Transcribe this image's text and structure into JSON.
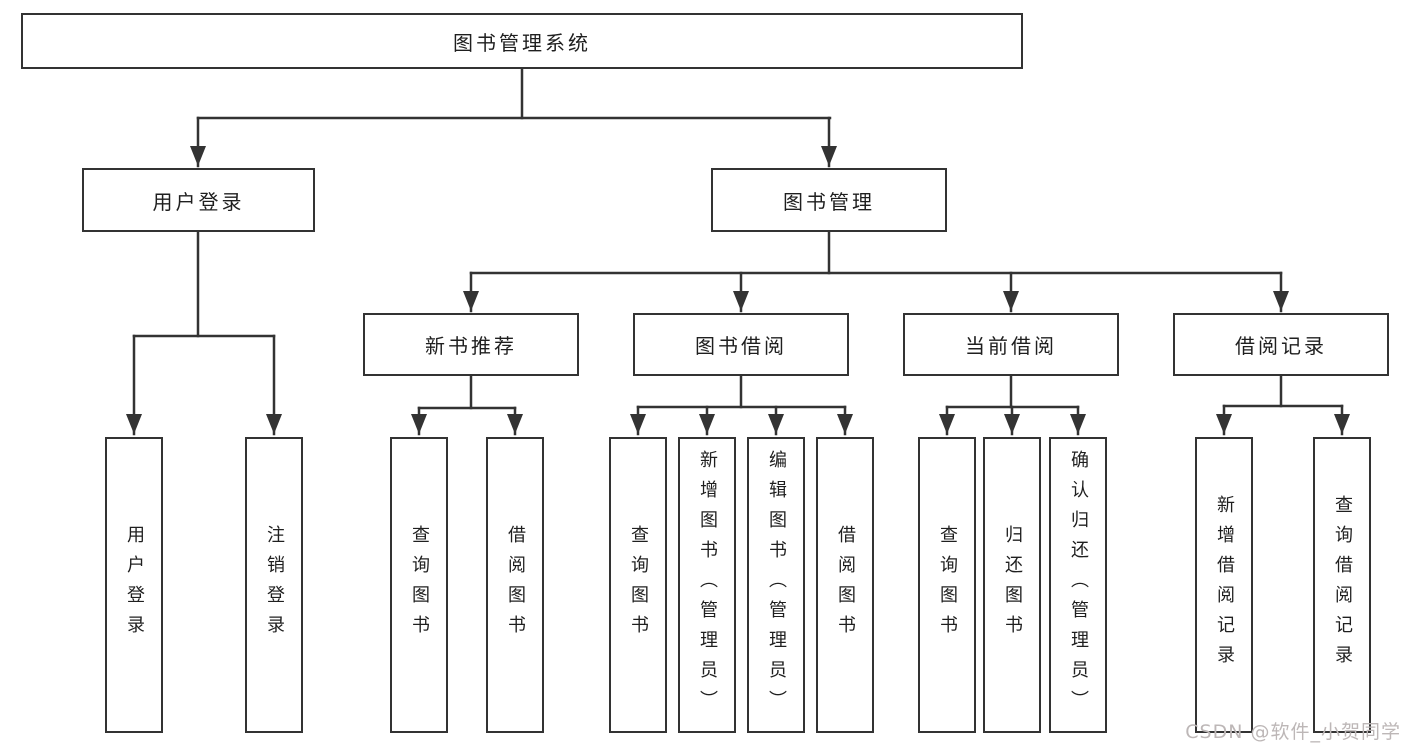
{
  "tree": {
    "root": "图书管理系统",
    "branches": [
      {
        "label": "用户登录",
        "children": [
          "用户登录",
          "注销登录"
        ]
      },
      {
        "label": "图书管理",
        "sections": [
          {
            "label": "新书推荐",
            "children": [
              "查询图书",
              "借阅图书"
            ]
          },
          {
            "label": "图书借阅",
            "children": [
              "查询图书",
              "新增图书（管理员）",
              "编辑图书（管理员）",
              "借阅图书"
            ]
          },
          {
            "label": "当前借阅",
            "children": [
              "查询图书",
              "归还图书",
              "确认归还（管理员）"
            ]
          },
          {
            "label": "借阅记录",
            "children": [
              "新增借阅记录",
              "查询借阅记录"
            ]
          }
        ]
      }
    ]
  },
  "watermark": "CSDN @软件_小贺同学",
  "colors": {
    "line": "#333333",
    "text": "#1f1f1f",
    "background": "#ffffff",
    "watermark": "#bdb7b7"
  }
}
